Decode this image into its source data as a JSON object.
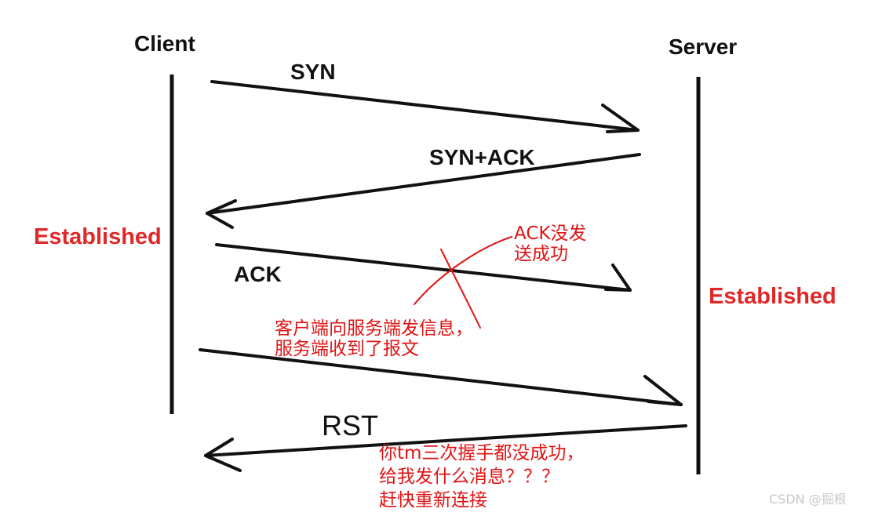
{
  "participants": {
    "client": "Client",
    "server": "Server"
  },
  "messages": {
    "syn": "SYN",
    "syn_ack": "SYN+ACK",
    "ack": "ACK",
    "rst": "RST"
  },
  "states": {
    "client_established": "Established",
    "server_established": "Established"
  },
  "annotations": {
    "ack_not_sent": [
      "ACK没发",
      "送成功"
    ],
    "client_sends_data": [
      "客户端向服务端发信息，",
      "服务端收到了报文"
    ],
    "rst_reason": [
      "你tm三次握手都没成功，",
      "给我发什么消息？？？",
      "赶快重新连接"
    ]
  },
  "watermark": "CSDN @掘根",
  "colors": {
    "line": "#111111",
    "red": "#e02828"
  }
}
